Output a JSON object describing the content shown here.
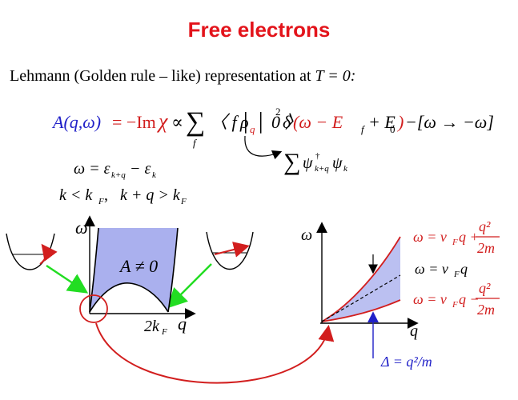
{
  "slide": {
    "title": "Free electrons",
    "intro_text": "Lehmann (Golden rule – like) representation at",
    "intro_condition": "T = 0:"
  },
  "formulas": {
    "main_lhs": "A(q,ω)",
    "main_eq": "= −Im",
    "main_chi": "χ",
    "main_prop": "∝",
    "main_sum": "∑",
    "main_sum_sub": "f",
    "main_bra": "〈 f │",
    "main_rho": "ρ",
    "main_rho_sub": "q",
    "main_ket": "│ 0 〉",
    "main_sq": "2",
    "main_delta": "δ",
    "main_arg": "(ω − E",
    "main_arg_f": "f",
    "main_arg_plus": "+ E",
    "main_arg_0": "0",
    "main_arg_close": ")",
    "main_tail": "−[ω → −ω]",
    "rho_expansion_sum": "∑",
    "rho_expansion_psi1": "ψ",
    "rho_expansion_dagger": "†",
    "rho_expansion_sub1": "k+q",
    "rho_expansion_psi2": "ψ",
    "rho_expansion_sub2": "k",
    "omega_def": "ω = ε",
    "omega_def_sub1": "k+q",
    "omega_def_minus": "− ε",
    "omega_def_sub2": "k",
    "cond1": "k < k",
    "cond1_sub": "F",
    "cond1_comma": ",",
    "cond2": "k + q > k",
    "cond2_sub": "F"
  },
  "left_plot": {
    "y_axis_label": "ω",
    "x_axis_label": "q",
    "x_tick_label": "2k",
    "x_tick_sub": "F",
    "region_label": "A ≠ 0"
  },
  "right_plot": {
    "y_axis_label": "ω",
    "x_axis_label": "q",
    "upper_curve_label": "ω = v",
    "upper_curve_sub": "F",
    "upper_curve_rest": "q +",
    "upper_frac_num": "q²",
    "upper_frac_den": "2m",
    "middle_line_label": "ω = v",
    "middle_line_sub": "F",
    "middle_line_rest": "q",
    "lower_curve_label": "ω = v",
    "lower_curve_sub": "F",
    "lower_curve_rest": "q −",
    "lower_frac_num": "q²",
    "lower_frac_den": "2m",
    "gap_label": "Δ = q²/m"
  },
  "colors": {
    "title": "#e3141b",
    "blue": "#2020c8",
    "red": "#d21e1e",
    "shade": "#aab0ee",
    "green": "#22dd22"
  }
}
